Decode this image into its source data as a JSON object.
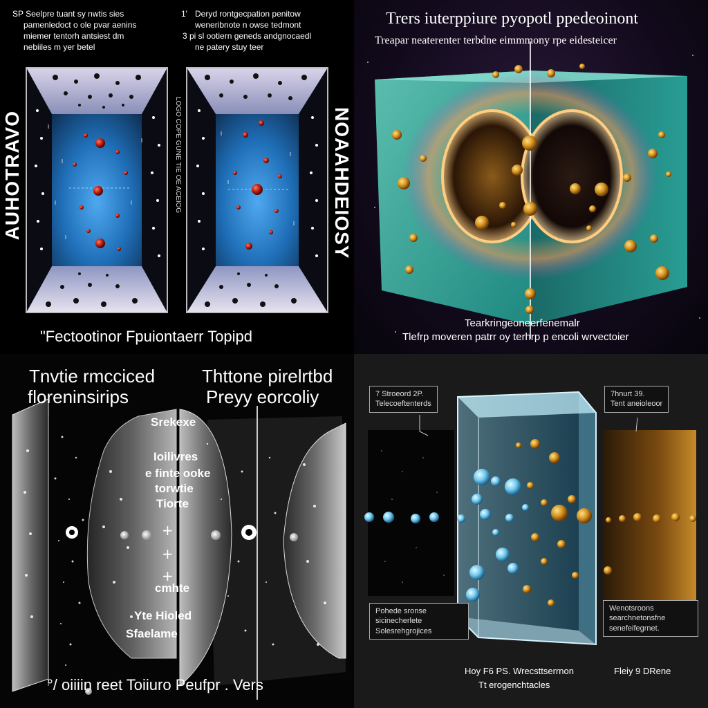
{
  "colors": {
    "tank_blue": "#1f6fb8",
    "particle_red": "#b3170c",
    "particle_gold": "#d4921e",
    "particle_cyan": "#6fc7ef",
    "glass_teal": "#1f8f85"
  },
  "panel_top_left": {
    "header_left": [
      "SP Seelpre tuant sy nwtis sies",
      "pamenledoct o ole pvar aenins",
      "miemer tentorh antsiest dm",
      "nebiiles m yer betel"
    ],
    "header_right_marker": "1'",
    "header_right": [
      "Deryd rontgecpation penitow",
      "weneribnote n owse tedmont",
      "3 pi sl ootiern geneds andgnocaedl",
      "ne patery stuy teer"
    ],
    "side_left": "AUHOTRAVO",
    "side_right": "NOAAHDEIOSY",
    "rail_text": "LOGO COPE GUNE TIE OE ACEIOG",
    "caption": "\"Fectootinor Fpuiontaerr Topipd"
  },
  "panel_top_right": {
    "title": "Trers iuterppiure pyopotl ppedeoinont",
    "subtitle": "Treapar neaterenter terbdne eimmmony rpe eidesteicer",
    "caption_1": "Tearkringeoneerfenemalr",
    "caption_2": "Tlefrp moveren patrr oy terhrp p encoli wrvectoier"
  },
  "panel_bottom_left": {
    "title_left": [
      "Tnvtie rmcciced",
      "floreninsirips"
    ],
    "title_right": [
      "Thttone pirelrtbd",
      "Preyy eorcoliy"
    ],
    "middle_labels": [
      "Srekexe",
      "Ioilivres",
      "e finte ooke",
      "torwtie",
      "Tiorte",
      "cmhte",
      "Yte Hioled",
      "Sfaelame"
    ],
    "caption": "°/ oiiiin reet Toiiuro Peufpr . Vers"
  },
  "panel_bottom_right": {
    "label_top_left": [
      "7 Stroeord 2P.",
      "Telecoeftenterds"
    ],
    "label_top_right": [
      "7hnurt 39.",
      "Tent aneioleoor"
    ],
    "label_bottom_left": [
      "Pohede sronse",
      "sicinecherlete",
      "Solesrehgrojices"
    ],
    "label_bottom_right": [
      "Wenotsroons",
      "searchnetonsfne",
      "senefeifegrnet."
    ],
    "caption_left_1": "Hoy F6 PS. Wrecsttserrnon",
    "caption_left_2": "Tt erogenchtacles",
    "caption_right": "Fleiy 9 DRene"
  }
}
